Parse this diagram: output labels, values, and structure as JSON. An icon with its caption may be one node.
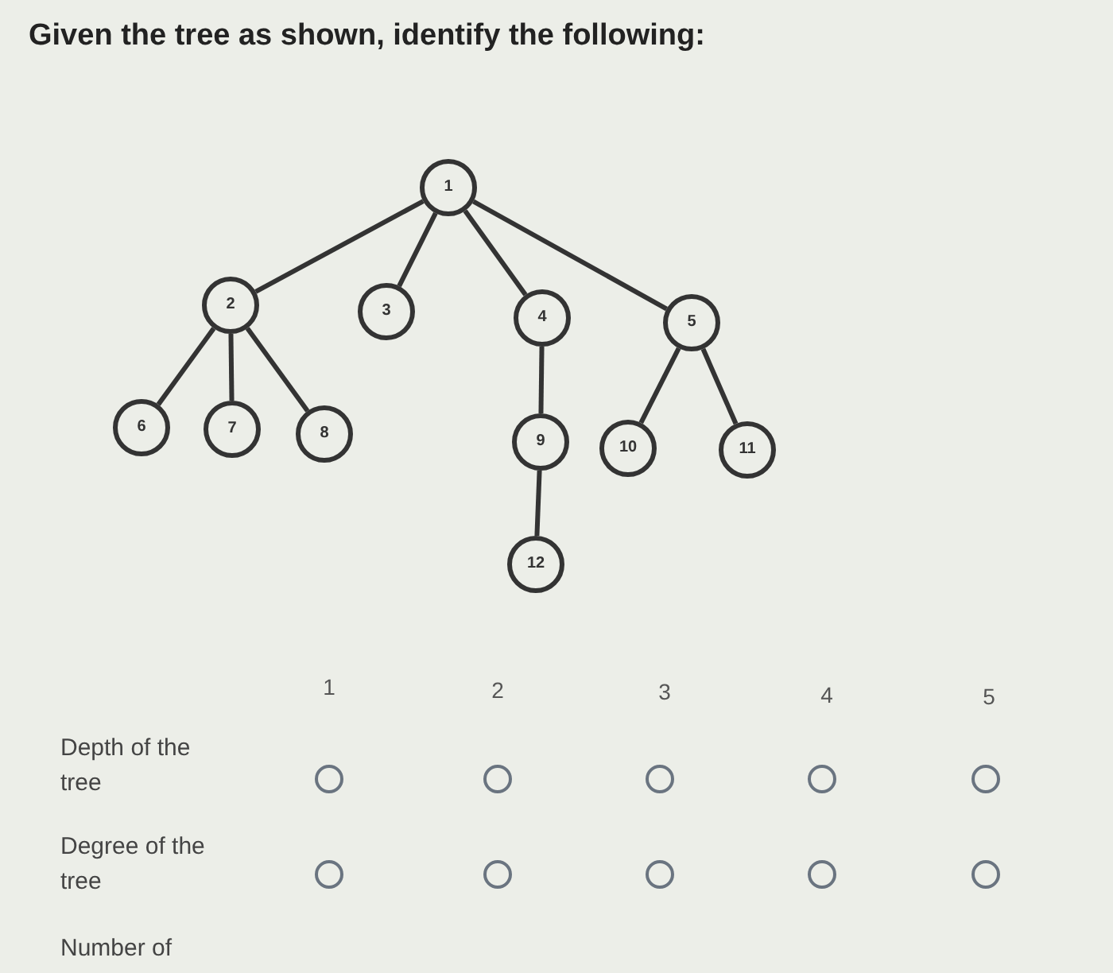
{
  "diagram": {
    "title": "Given the tree as shown, identify the following:",
    "nodes": [
      {
        "text": [
          "1"
        ]
      },
      {
        "text": [
          "2"
        ]
      },
      {
        "text": [
          "3"
        ]
      },
      {
        "text": [
          "4"
        ]
      },
      {
        "text": [
          "5"
        ]
      },
      {
        "text": [
          "6"
        ]
      },
      {
        "text": [
          "7"
        ]
      },
      {
        "text": [
          "8"
        ]
      },
      {
        "text": [
          "9"
        ]
      },
      {
        "text": [
          "10"
        ]
      },
      {
        "text": [
          "11"
        ]
      },
      {
        "text": [
          "12"
        ]
      }
    ],
    "edges": [
      {
        "from": 0,
        "to": 1,
        "arrow": "none"
      },
      {
        "from": 0,
        "to": 2,
        "arrow": "none"
      },
      {
        "from": 0,
        "to": 3,
        "arrow": "none"
      },
      {
        "from": 0,
        "to": 4,
        "arrow": "none"
      },
      {
        "from": 1,
        "to": 5,
        "arrow": "none"
      },
      {
        "from": 1,
        "to": 6,
        "arrow": "none"
      },
      {
        "from": 1,
        "to": 7,
        "arrow": "none"
      },
      {
        "from": 3,
        "to": 8,
        "arrow": "none"
      },
      {
        "from": 8,
        "to": 11,
        "arrow": "none"
      },
      {
        "from": 4,
        "to": 9,
        "arrow": "none"
      },
      {
        "from": 4,
        "to": 10,
        "arrow": "none"
      }
    ],
    "labels": [
      "1",
      "2",
      "3",
      "4",
      "5",
      "Depth of the tree",
      "Degree of the tree",
      "Number of"
    ]
  }
}
